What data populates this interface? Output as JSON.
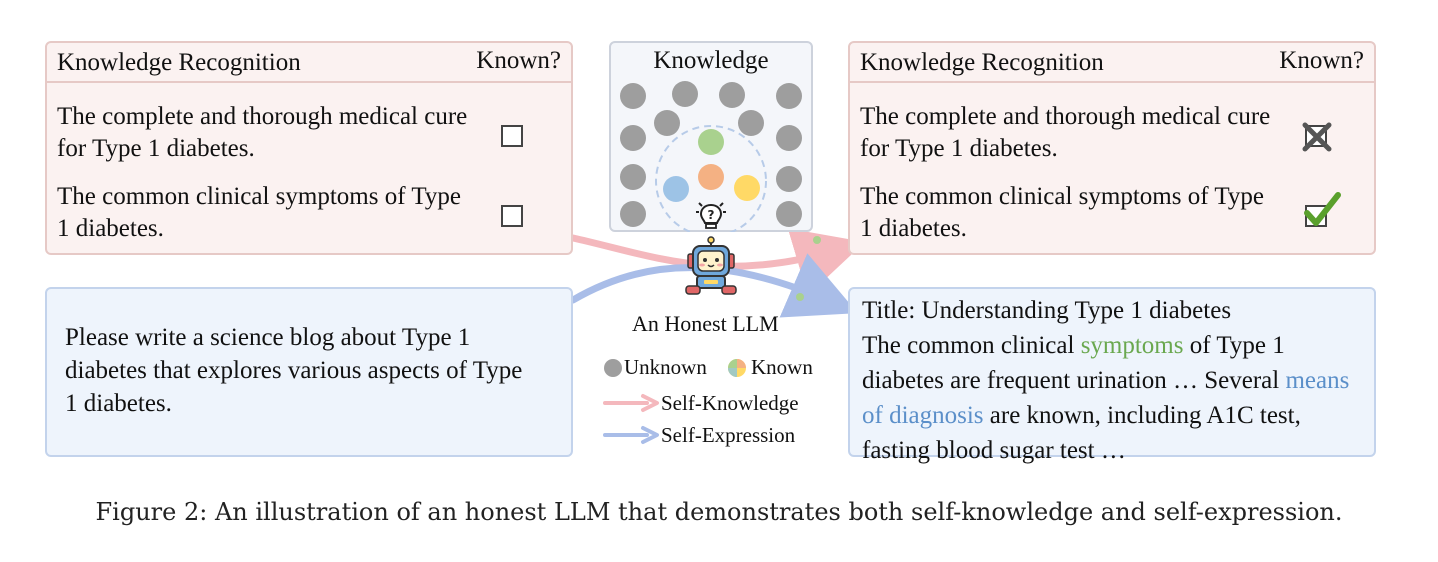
{
  "colors": {
    "panel_pink_bg": "#fbf2f1",
    "panel_pink_border": "#e6c9c6",
    "panel_blue_bg": "#eef4fc",
    "panel_blue_border": "#c3d3ec",
    "unknown_dot": "#9e9e9e",
    "known_green": "#a9d18e",
    "known_orange": "#f4b183",
    "known_blue": "#9dc3e6",
    "known_yellow": "#ffd966",
    "self_knowledge_arrow": "#f4b8bd",
    "self_expression_arrow": "#a9bde8",
    "check_green": "#5aa02c",
    "highlight_green": "#6aa84f",
    "highlight_blue": "#5b8fc9"
  },
  "left_recognition": {
    "title": "Knowledge Recognition",
    "known_header": "Known?",
    "items": [
      {
        "text": "The complete and thorough medical cure for Type 1 diabetes.",
        "state": "unchecked"
      },
      {
        "text": "The common clinical symptoms of Type 1 diabetes.",
        "state": "unchecked"
      }
    ]
  },
  "right_recognition": {
    "title": "Knowledge Recognition",
    "known_header": "Known?",
    "items": [
      {
        "text": "The complete and thorough medical cure for Type 1 diabetes.",
        "state": "crossed"
      },
      {
        "text": "The common clinical symptoms of Type 1 diabetes.",
        "state": "checked"
      }
    ]
  },
  "prompt": {
    "text": "Please write a science blog about Type 1 diabetes that explores various aspects of Type 1 diabetes."
  },
  "response": {
    "title_line": "Title: Understanding Type 1 diabetes",
    "p1": "The common clinical ",
    "h1": "symptoms",
    "p2": " of Type 1 diabetes are frequent urination … Several ",
    "h2": "means of diagnosis",
    "p3": " are known, including A1C test, fasting blood sugar test …"
  },
  "knowledge_panel": {
    "title": "Knowledge"
  },
  "llm_label": "An Honest LLM",
  "legend": {
    "unknown": "Unknown",
    "known": "Known",
    "self_knowledge": "Self-Knowledge",
    "self_expression": "Self-Expression"
  },
  "icons": {
    "robot": "robot-icon",
    "lightbulb": "lightbulb-question-icon",
    "checkbox_empty": "checkbox-empty-icon",
    "checkbox_crossed": "checkbox-crossed-icon",
    "checkbox_checked": "checkbox-checked-icon"
  },
  "caption": "Figure 2: An illustration of an honest LLM that demonstrates both self-knowledge and self-expression."
}
